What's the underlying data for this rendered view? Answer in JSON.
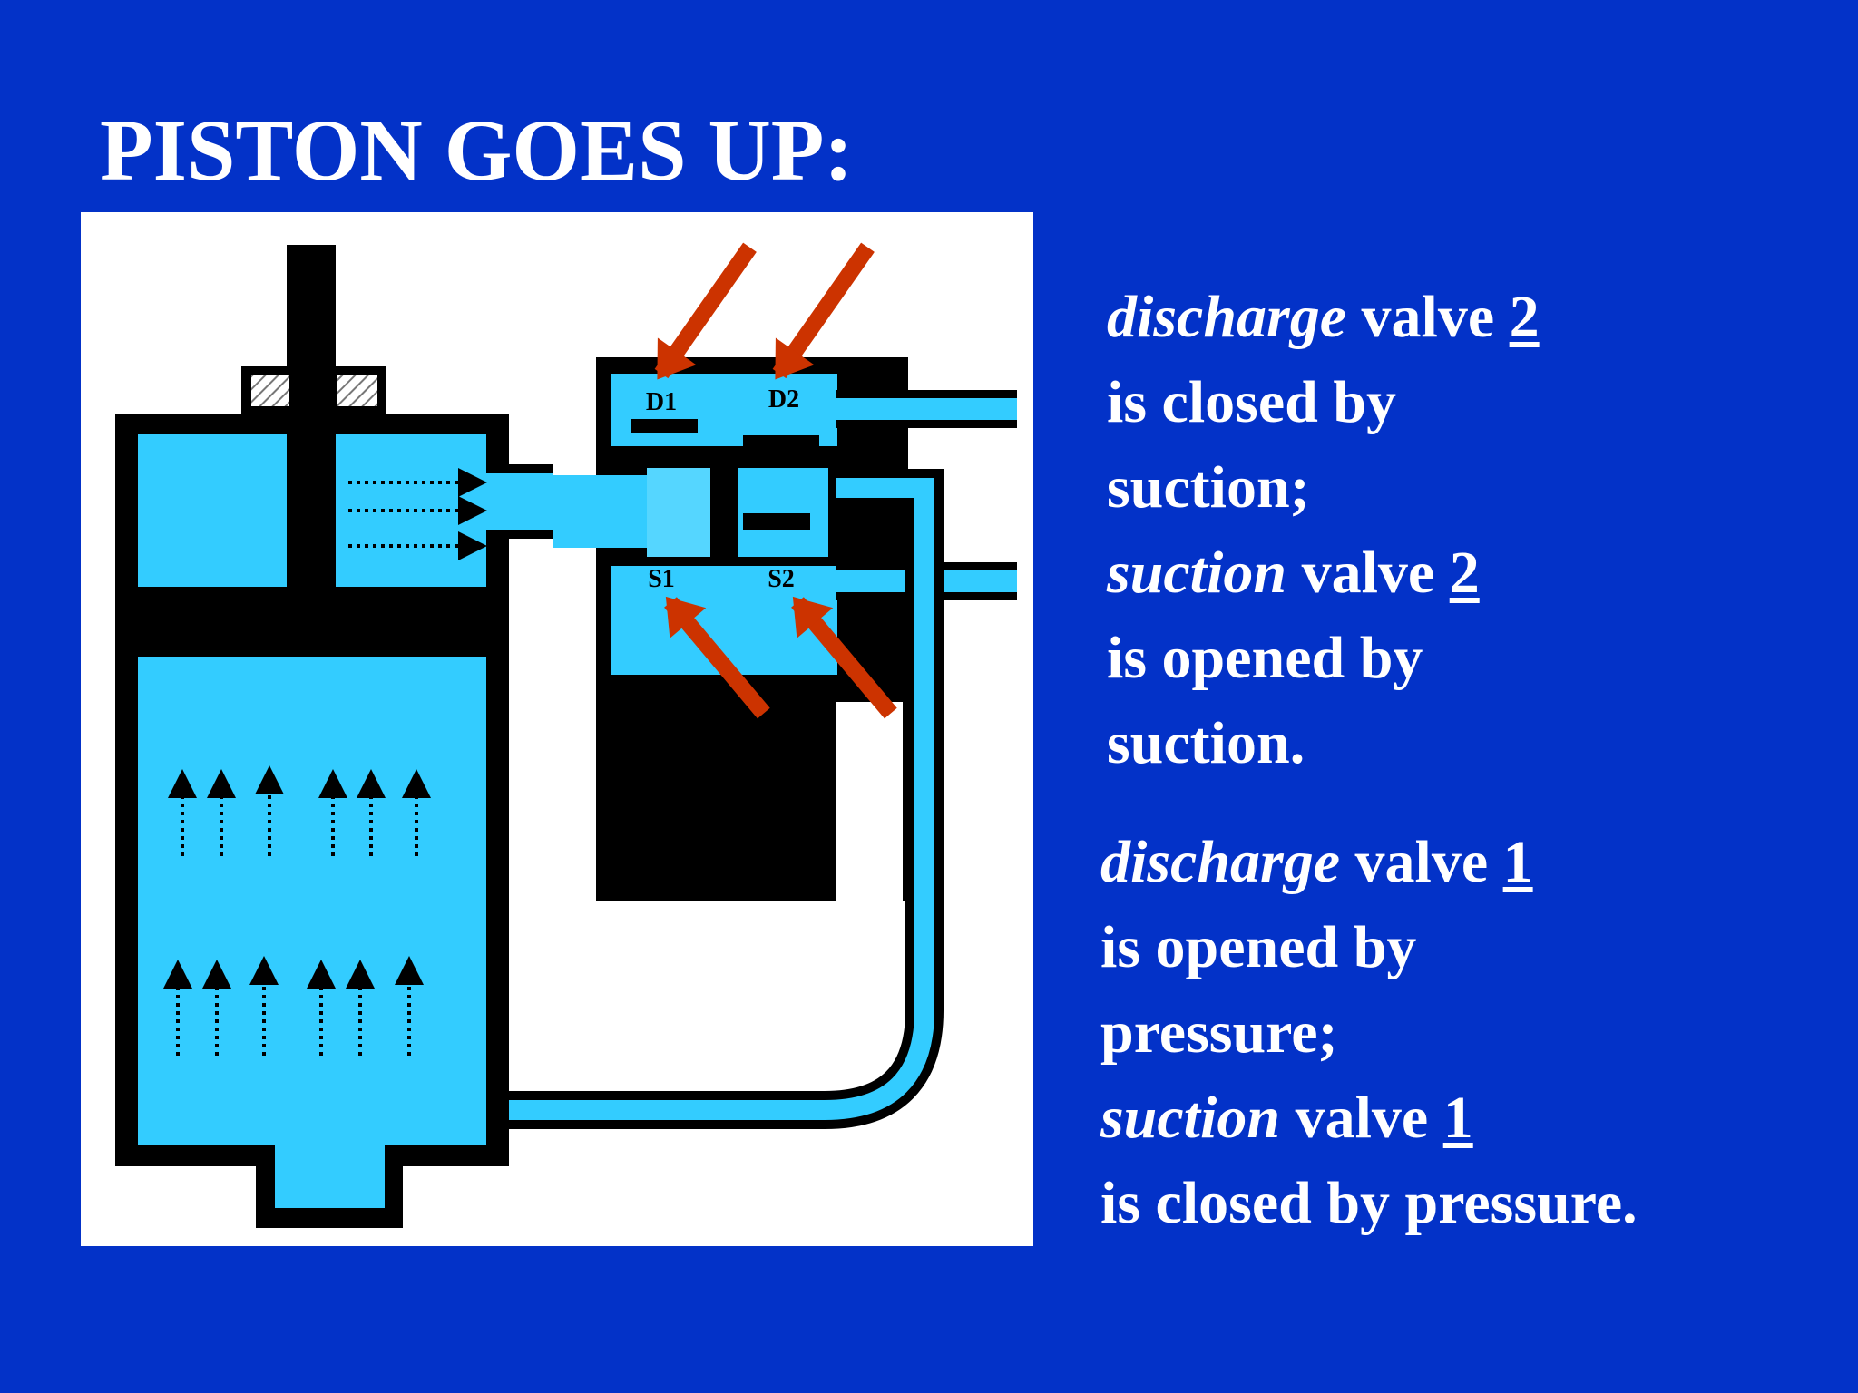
{
  "title": "PISTON GOES UP:",
  "diagram": {
    "valves": {
      "d1": "D1",
      "d2": "D2",
      "s1": "S1",
      "s2": "S2"
    },
    "colors": {
      "background": "#0332c8",
      "fluid": "#33ccff",
      "structure": "#000000",
      "pressure_arrow": "#cc3300"
    }
  },
  "text_block_1": {
    "l1": {
      "italic": "discharge",
      "plain": " valve ",
      "num": "2"
    },
    "l2": "is closed by",
    "l3": "suction;",
    "l4": {
      "italic": "suction",
      "plain": " valve ",
      "num": "2"
    },
    "l5": "is opened by",
    "l6": "suction."
  },
  "text_block_2": {
    "l1": {
      "italic": "discharge",
      "plain": " valve ",
      "num": "1"
    },
    "l2": "is opened by",
    "l3": "pressure;",
    "l4": {
      "italic": "suction",
      "plain": " valve ",
      "num": "1"
    },
    "l5": "is closed by pressure."
  }
}
